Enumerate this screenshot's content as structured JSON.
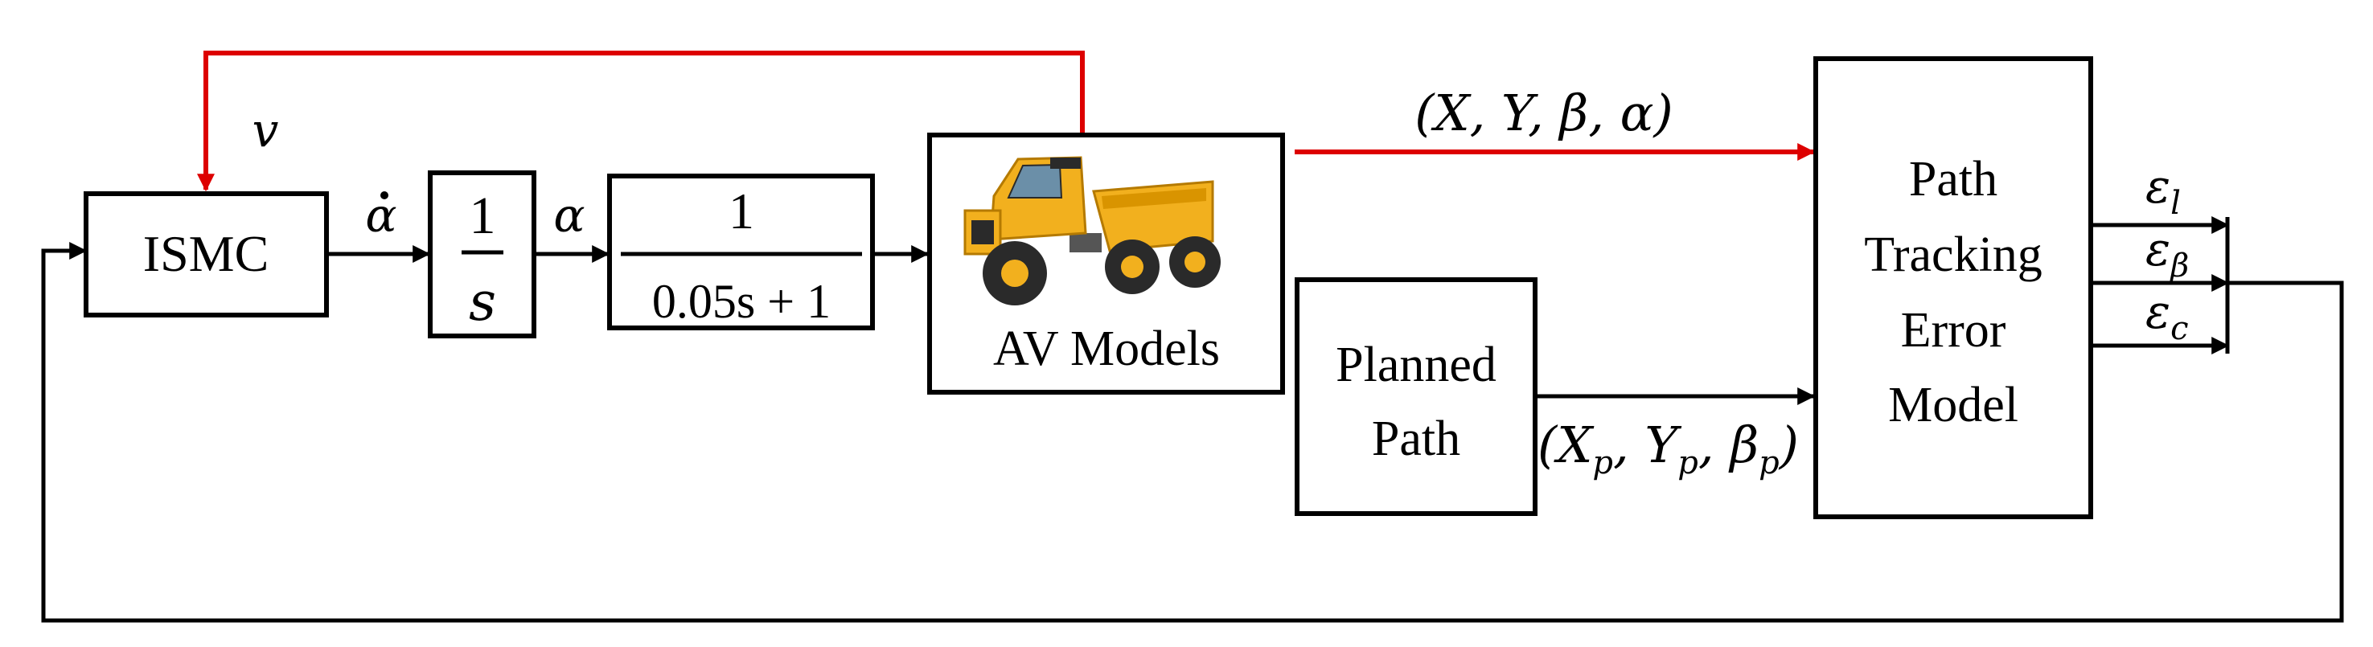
{
  "blocks": {
    "ismc": "ISMC",
    "integrator": {
      "num": "1",
      "den": "s"
    },
    "filter": {
      "num": "1",
      "den": "0.05s + 1"
    },
    "av_models": "AV Models",
    "planned_path": [
      "Planned",
      "Path"
    ],
    "error_model": [
      "Path",
      "Tracking",
      "Error",
      "Model"
    ]
  },
  "signals": {
    "v": "v",
    "alpha_dot": "α",
    "alpha": "α",
    "state": "(X, Y, β, α)",
    "planned": {
      "open": "(X",
      "p1": "p",
      "mid1": ", Y",
      "p2": "p",
      "mid2": ", β",
      "p3": "p",
      "close": ")"
    },
    "errors": [
      {
        "base": "ε",
        "sub": "l"
      },
      {
        "base": "ε",
        "sub": "β"
      },
      {
        "base": "ε",
        "sub": "c"
      }
    ]
  },
  "colors": {
    "feedback_red": "#dd0000",
    "truck_body": "#f2b01e",
    "truck_dark": "#2a2a2a"
  },
  "icons": {
    "truck": "articulated-dump-truck-icon"
  }
}
